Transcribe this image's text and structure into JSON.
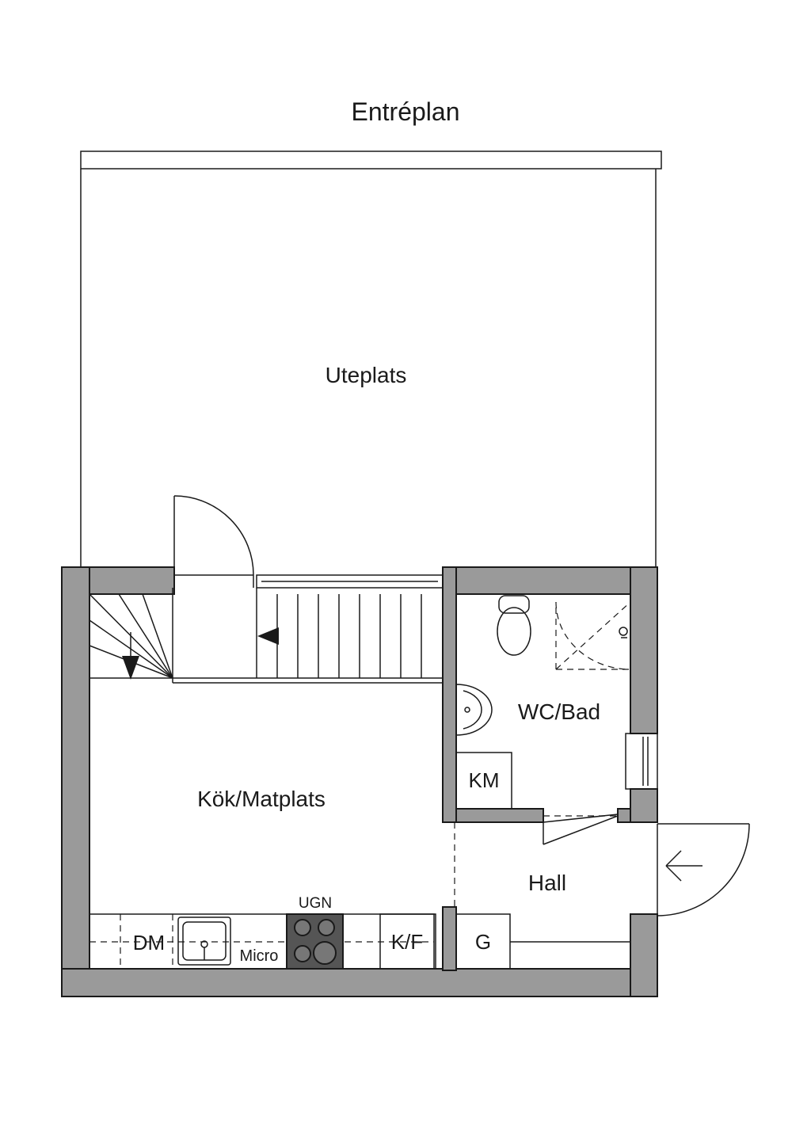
{
  "title": "Entréplan",
  "rooms": {
    "terrace": "Uteplats",
    "kitchen": "Kök/Matplats",
    "bath": "WC/Bad",
    "hall": "Hall"
  },
  "fixtures": {
    "dishwasher": "DM",
    "microwave": "Micro",
    "oven": "UGN",
    "fridge_freezer": "K/F",
    "washer": "KM",
    "wardrobe": "G"
  },
  "colors": {
    "wall": "#9a9a9a",
    "line": "#1a1a1a",
    "stove": "#555555"
  }
}
